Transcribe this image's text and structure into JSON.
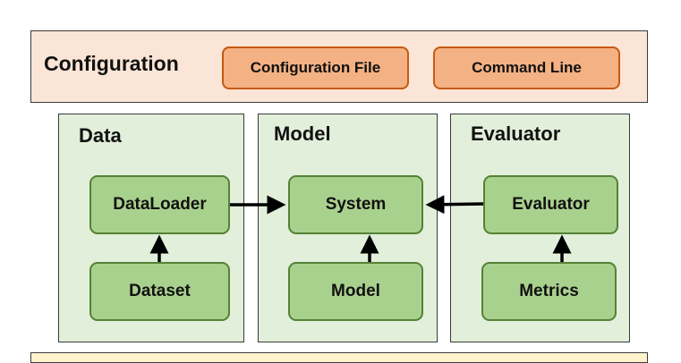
{
  "configuration": {
    "title": "Configuration",
    "sources": [
      "Configuration File",
      "Command Line"
    ]
  },
  "panels": {
    "data": {
      "title": "Data",
      "top_node": "DataLoader",
      "bottom_node": "Dataset"
    },
    "model": {
      "title": "Model",
      "top_node": "System",
      "bottom_node": "Model"
    },
    "evaluator": {
      "title": "Evaluator",
      "top_node": "Evaluator",
      "bottom_node": "Metrics"
    }
  },
  "colors": {
    "config_band": "#fbe5d6",
    "config_pill": "#f4b183",
    "config_pill_border": "#c55a11",
    "panel_bg": "#e2efda",
    "node_fill": "#a9d18e",
    "node_border": "#548235",
    "bottom_band": "#fff2cc"
  },
  "edges": [
    {
      "from": "Dataset",
      "to": "DataLoader"
    },
    {
      "from": "Model",
      "to": "System"
    },
    {
      "from": "Metrics",
      "to": "Evaluator"
    },
    {
      "from": "DataLoader",
      "to": "System"
    },
    {
      "from": "Evaluator",
      "to": "System"
    }
  ]
}
